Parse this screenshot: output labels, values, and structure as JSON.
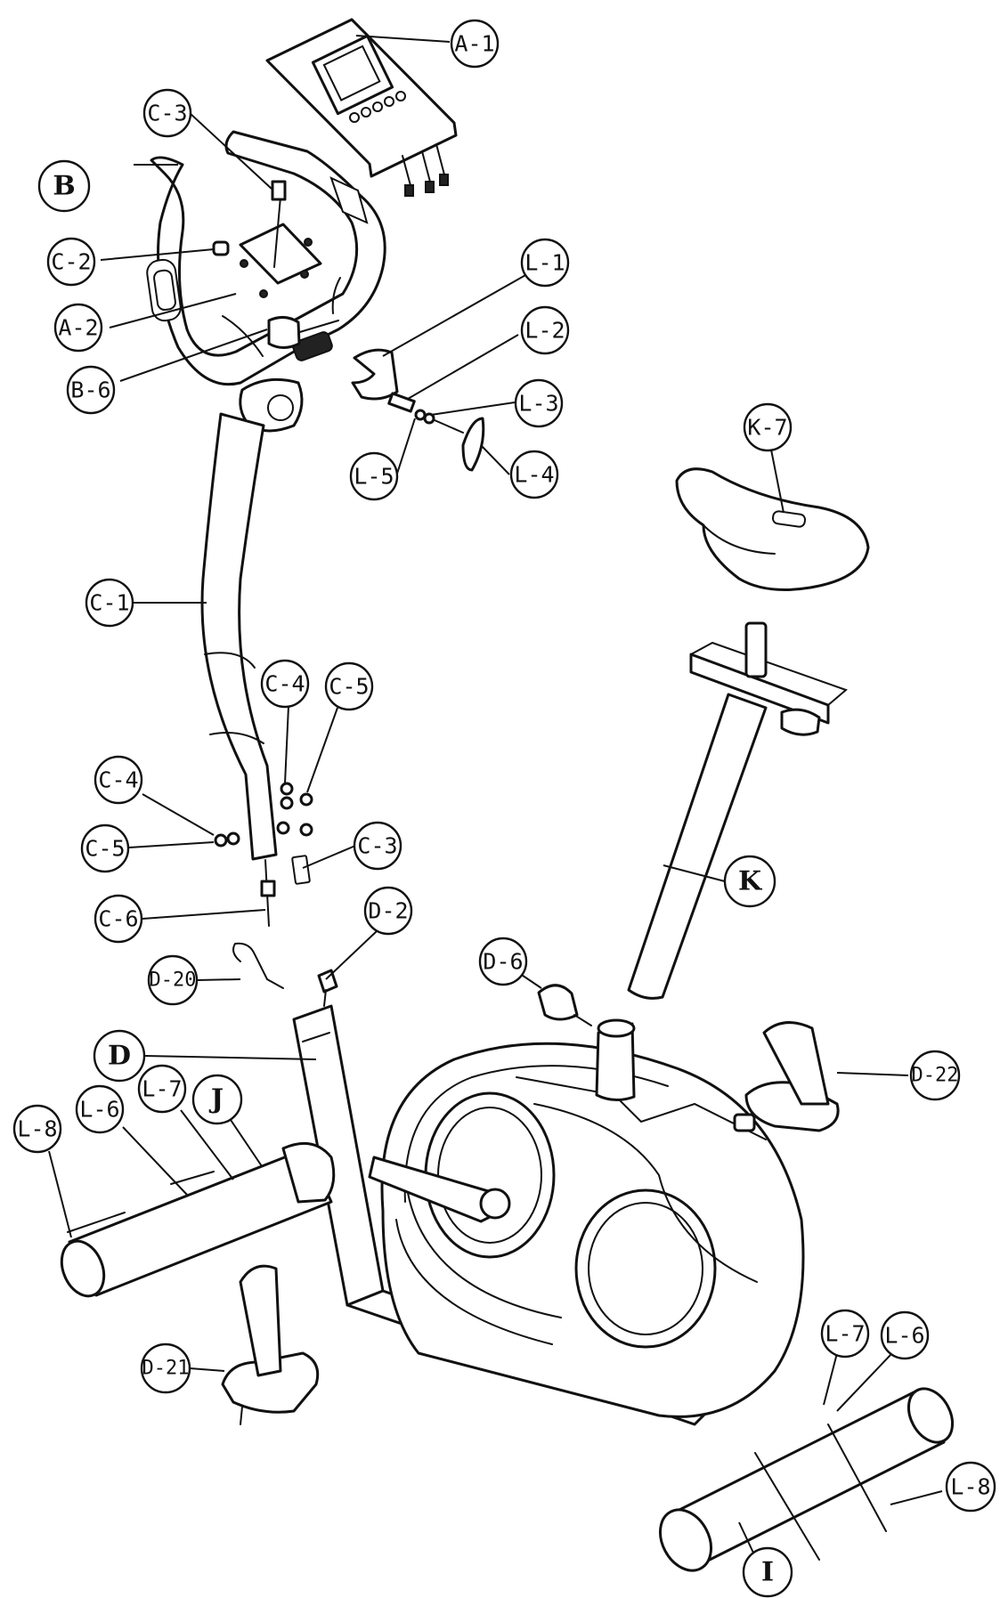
{
  "labels": {
    "A1": "A-1",
    "A2": "A-2",
    "B": "B",
    "B6": "B-6",
    "C1": "C-1",
    "C2": "C-2",
    "C3a": "C-3",
    "C3b": "C-3",
    "C4a": "C-4",
    "C4b": "C-4",
    "C5a": "C-5",
    "C5b": "C-5",
    "C6": "C-6",
    "D": "D",
    "D2": "D-2",
    "D6": "D-6",
    "D20": "D-20",
    "D21": "D-21",
    "D22": "D-22",
    "I": "I",
    "J": "J",
    "K": "K",
    "K7": "K-7",
    "L1": "L-1",
    "L2": "L-2",
    "L3": "L-3",
    "L4": "L-4",
    "L5": "L-5",
    "L6a": "L-6",
    "L6b": "L-6",
    "L7a": "L-7",
    "L7b": "L-7",
    "L8a": "L-8",
    "L8b": "L-8"
  }
}
